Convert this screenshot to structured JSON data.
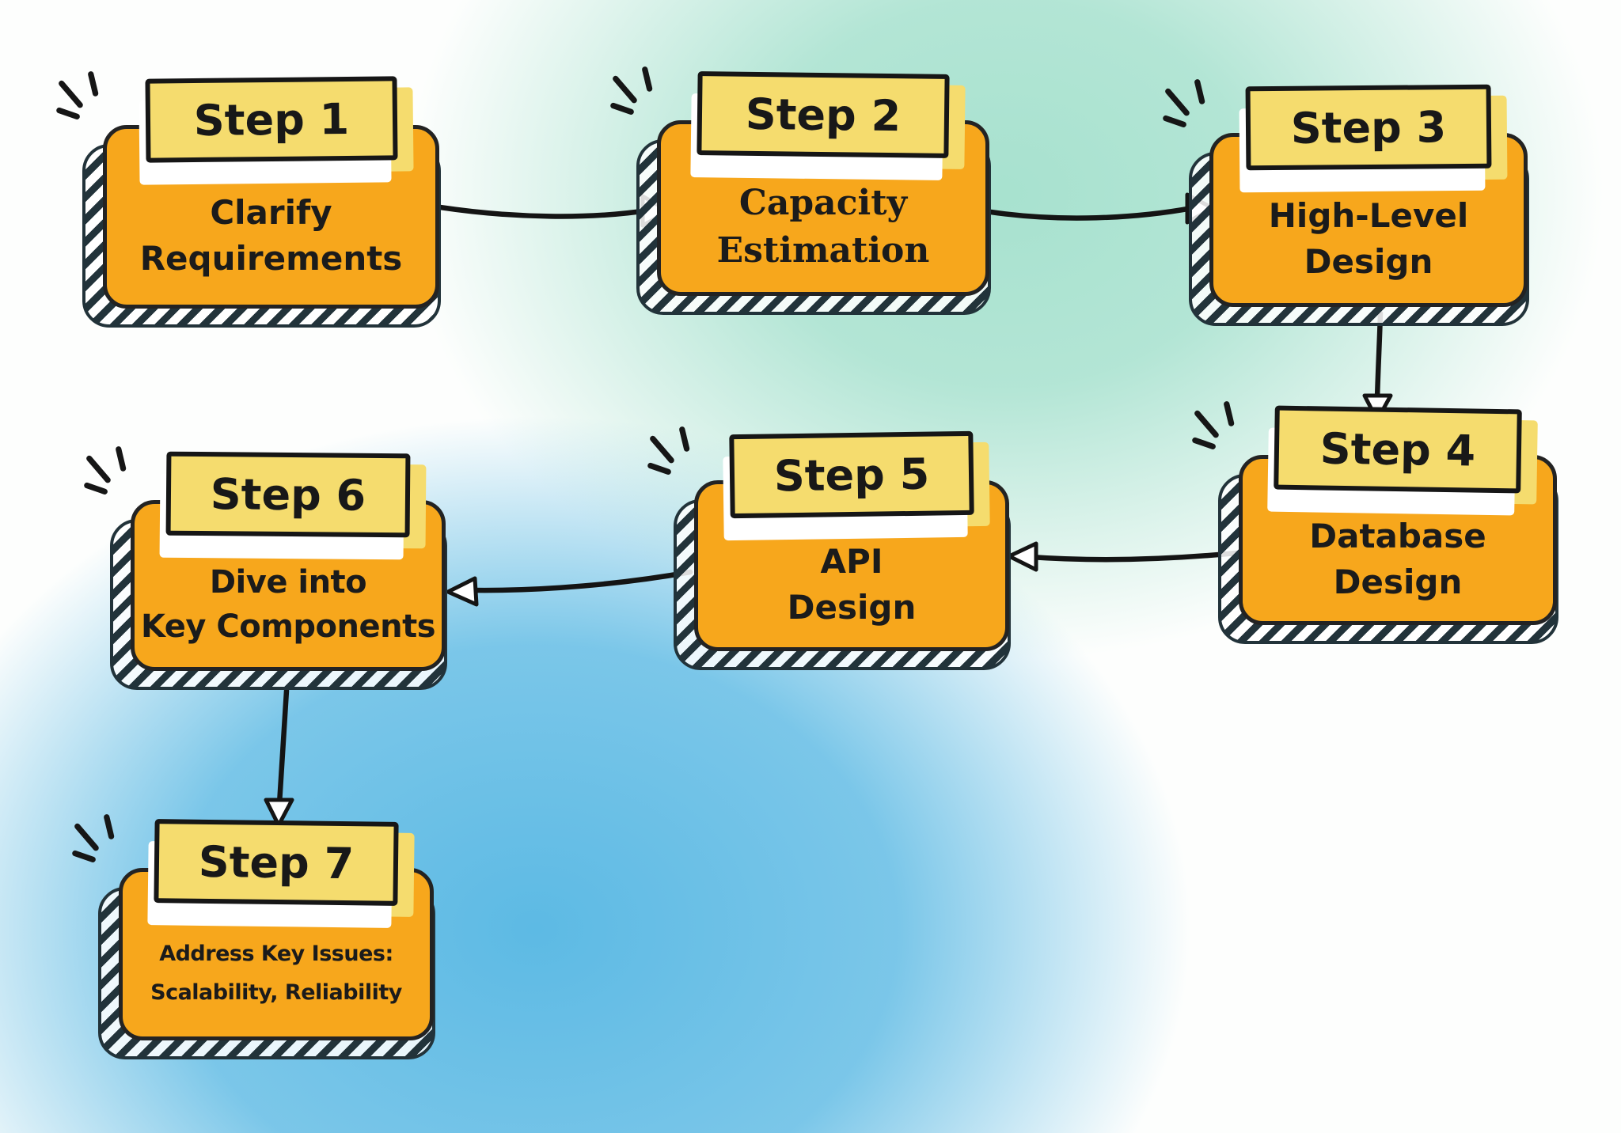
{
  "colors": {
    "box_fill": "#F7A71C",
    "header_fill": "#F5DC6E",
    "ink": "#1A1A1A",
    "shadow_ink": "#22333A",
    "bg_teal": "#A6E1CE",
    "bg_blue": "#4FB4E2",
    "bg_base": "#FDFEFD",
    "arrowhead_fill": "#FFFFFF"
  },
  "icons": {
    "sparkle-icon": "three radiating hand-drawn emphasis dashes"
  },
  "steps": [
    {
      "label": "Step 1",
      "lines": [
        "Clarify",
        "Requirements"
      ]
    },
    {
      "label": "Step 2",
      "lines": [
        "Capacity",
        "Estimation"
      ]
    },
    {
      "label": "Step 3",
      "lines": [
        "High-Level",
        "Design"
      ]
    },
    {
      "label": "Step 4",
      "lines": [
        "Database",
        "Design"
      ]
    },
    {
      "label": "Step 5",
      "lines": [
        "API",
        "Design"
      ]
    },
    {
      "label": "Step 6",
      "lines": [
        "Dive into",
        "Key Components"
      ]
    },
    {
      "label": "Step 7",
      "lines": [
        "Address Key Issues:",
        "Scalability, Reliability"
      ]
    }
  ],
  "connections": [
    {
      "from": "Step 1",
      "to": "Step 2"
    },
    {
      "from": "Step 2",
      "to": "Step 3"
    },
    {
      "from": "Step 3",
      "to": "Step 4"
    },
    {
      "from": "Step 4",
      "to": "Step 5"
    },
    {
      "from": "Step 5",
      "to": "Step 6"
    },
    {
      "from": "Step 6",
      "to": "Step 7"
    }
  ]
}
